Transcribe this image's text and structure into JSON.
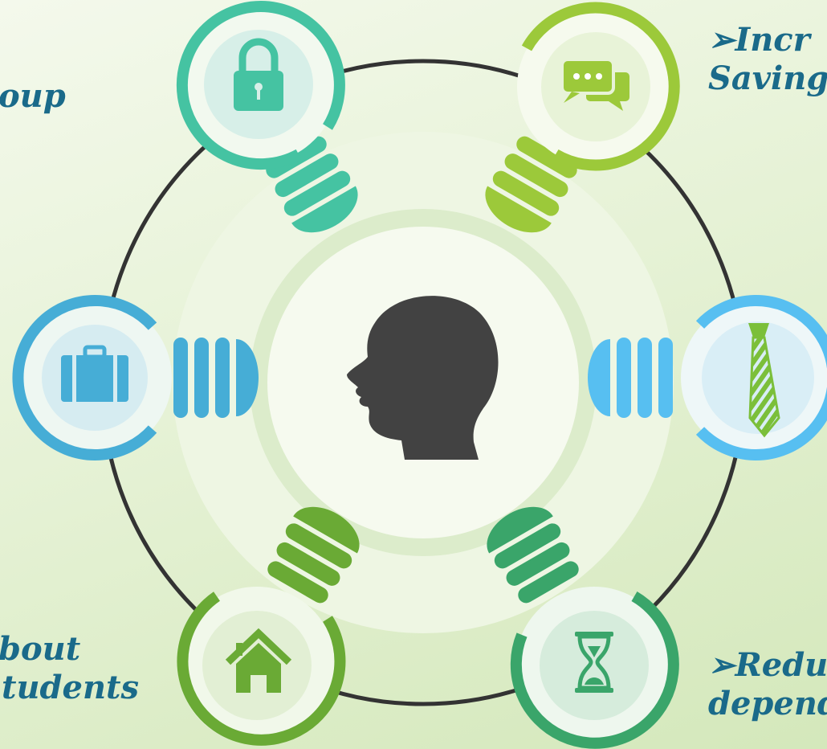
{
  "labels": {
    "top_left": [
      "oup"
    ],
    "top_right": [
      "➢Incr",
      "Saving"
    ],
    "bottom_left": [
      "bout",
      "tudents"
    ],
    "bottom_right": [
      "➢Redu",
      "depend"
    ]
  },
  "nodes": [
    {
      "name": "lock",
      "icon": "lock-icon",
      "color": "#45c3a2"
    },
    {
      "name": "chat",
      "icon": "chat-bubbles-icon",
      "color": "#9cc93a"
    },
    {
      "name": "briefcase",
      "icon": "briefcase-icon",
      "color": "#46add6"
    },
    {
      "name": "tie",
      "icon": "necktie-icon",
      "color": "#57bff1"
    },
    {
      "name": "home",
      "icon": "home-icon",
      "color": "#6aaa35"
    },
    {
      "name": "hourglass",
      "icon": "hourglass-icon",
      "color": "#3aa56a"
    }
  ],
  "center": {
    "icon": "human-head-profile-icon",
    "color": "#424242"
  },
  "colors": {
    "ring": "#333333",
    "label_text": "#1a6a8a"
  }
}
